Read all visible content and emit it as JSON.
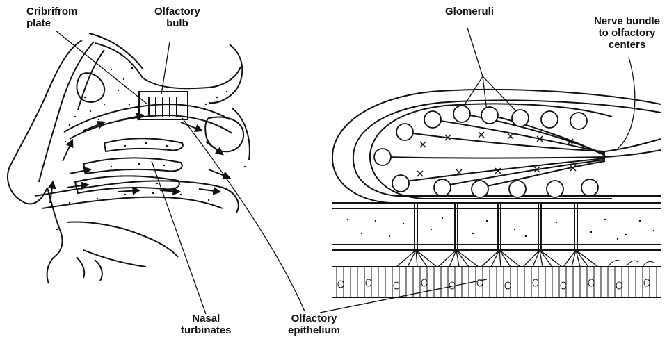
{
  "labels": {
    "cribriform": {
      "line1": "Cribrifrom",
      "line2": "plate"
    },
    "olfactory_bulb": {
      "line1": "Olfactory",
      "line2": "bulb"
    },
    "nasal_turbinates": {
      "line1": "Nasal",
      "line2": "turbinates"
    },
    "olfactory_epithelium": {
      "line1": "Olfactory",
      "line2": "epithelium"
    },
    "glomeruli": {
      "line1": "Glomeruli"
    },
    "nerve_bundle": {
      "line1": "Nerve bundle",
      "line2": "to olfactory",
      "line3": "centers"
    }
  },
  "colors": {
    "ink": "#111111",
    "paper": "#ffffff"
  }
}
